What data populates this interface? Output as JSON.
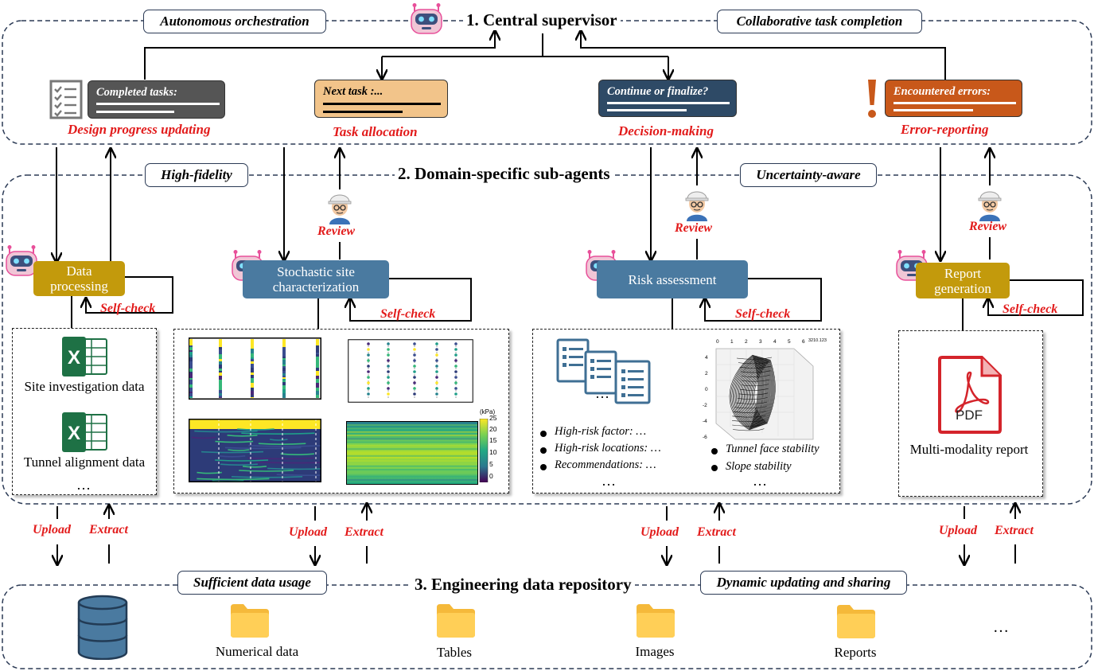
{
  "sections": {
    "supervisor": "1. Central supervisor",
    "subagents": "2. Domain-specific sub-agents",
    "repository": "3.  Engineering data repository"
  },
  "tags": {
    "autonomous": "Autonomous orchestration",
    "collaborative": "Collaborative task completion",
    "high_fidelity": "High-fidelity",
    "uncertainty": "Uncertainty-aware",
    "sufficient": "Sufficient data usage",
    "dynamic": "Dynamic updating and sharing"
  },
  "cards": {
    "completed": "Completed tasks:",
    "next": "Next task :...",
    "continue": "Continue or finalize?",
    "errors": "Encountered errors:"
  },
  "functions": {
    "progress": "Design progress updating",
    "allocation": "Task allocation",
    "decision": "Decision-making",
    "error": "Error-reporting"
  },
  "review": "Review",
  "self_check": "Self-check",
  "agents": {
    "data_processing": "Data processing",
    "stochastic": "Stochastic site characterization",
    "risk": "Risk assessment",
    "report": "Report generation"
  },
  "data_box": {
    "site": "Site investigation data",
    "tunnel": "Tunnel alignment data",
    "more": "…"
  },
  "colorbar": {
    "unit": "(kPa)",
    "ticks": [
      "25",
      "20",
      "15",
      "10",
      "5",
      "0"
    ]
  },
  "risk_box": {
    "items": [
      "High-risk factor: …",
      "High-risk locations: …",
      "Recommendations: …"
    ],
    "stability": [
      "Tunnel face stability",
      "Slope stability"
    ],
    "more": "…",
    "axis_top": [
      "0",
      "1",
      "2",
      "3",
      "4",
      "5",
      "6",
      "3210.123"
    ],
    "axis_left": [
      "4",
      "2",
      "0",
      "-2",
      "-4",
      "-6"
    ]
  },
  "report_box": {
    "pdf": "PDF",
    "label": "Multi-modality report"
  },
  "io": {
    "upload": "Upload",
    "extract": "Extract"
  },
  "repository": {
    "folders": [
      "Numerical data",
      "Tables",
      "Images",
      "Reports"
    ],
    "more": "…"
  },
  "colors": {
    "dark_navy": "#2b3a55",
    "red": "#e21b1b",
    "gold": "#c39a0c",
    "steel_blue": "#4a7aa0",
    "tan": "#f2c48a",
    "orange": "#c8581a",
    "gray_card": "#555555",
    "navy_card": "#2e4a66"
  }
}
